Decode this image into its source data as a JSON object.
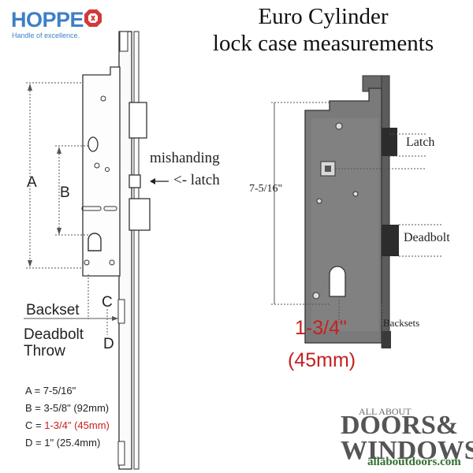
{
  "logo": {
    "brand": "HOPPE",
    "tagline": "Handle of excellence."
  },
  "title": {
    "line1": "Euro Cylinder",
    "line2": "lock case measurements"
  },
  "left_diagram": {
    "a_label": "A",
    "b_label": "B",
    "c_label": "C",
    "d_label": "D",
    "mishanding": "mishanding",
    "latch_arrow": "<- latch",
    "backset": "Backset",
    "deadbolt_throw_1": "Deadbolt",
    "deadbolt_throw_2": "Throw"
  },
  "right_diagram": {
    "height_label": "7-5/16\"",
    "latch": "Latch",
    "deadbolt": "Deadbolt",
    "backsets": "Backsets",
    "backset_value": "1-3/4\"",
    "backset_metric": "(45mm)"
  },
  "legend": [
    {
      "key": "A =",
      "value": "7-5/16\"",
      "highlight": false
    },
    {
      "key": "B =",
      "value": "3-5/8\" (92mm)",
      "highlight": false
    },
    {
      "key": "C =",
      "value": "1-3/4\" (45mm)",
      "highlight": true
    },
    {
      "key": "D =",
      "value": "1\" (25.4mm)",
      "highlight": false
    }
  ],
  "watermark": {
    "line1": "ALL ABOUT",
    "line2": "DOORS&",
    "line3": "WINDOWS",
    "url": "allaboutdoors.com"
  },
  "colors": {
    "logo_blue": "#3f7fc6",
    "logo_red": "#d23a3a",
    "highlight_red": "#c62020",
    "url_green": "#2f6f2f"
  }
}
